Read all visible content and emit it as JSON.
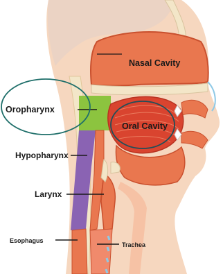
{
  "diagram": {
    "labels": {
      "nasal_cavity": "Nasal Cavity",
      "oral_cavity": "Oral Cavity",
      "oropharynx": "Oropharynx",
      "hypopharynx": "Hypopharynx",
      "larynx": "Larynx",
      "esophagus": "Esophagus",
      "trachea": "Trachea"
    },
    "highlight_color": "#1f6f6a",
    "colors": {
      "tissue": "#e9774f",
      "tissue_dark": "#c9502e",
      "muscle": "#d9442f",
      "oropharynx_region": "#8cc43f",
      "hypopharynx_region": "#8a63b3",
      "skin": "#f6d7bf",
      "bone": "#f3e6c8"
    }
  }
}
